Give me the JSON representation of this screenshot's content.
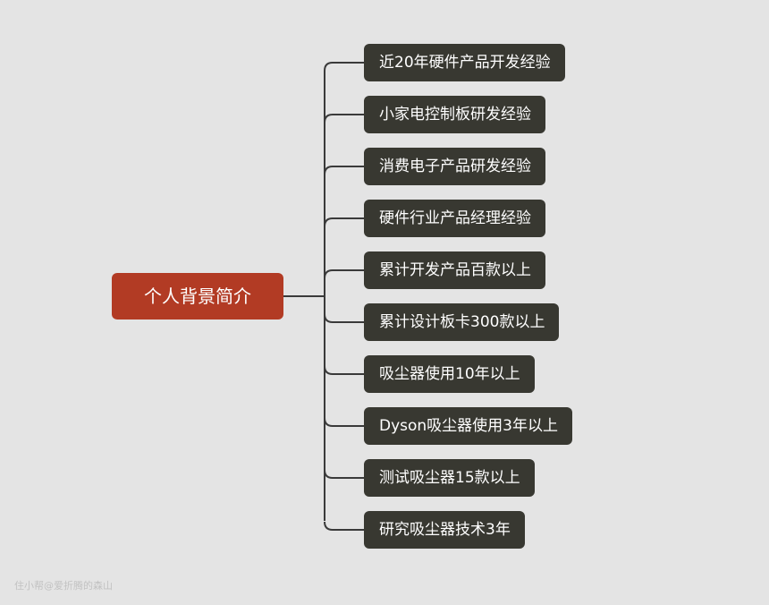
{
  "mindmap": {
    "root": "个人背景简介",
    "branches": [
      "近20年硬件产品开发经验",
      "小家电控制板研发经验",
      "消费电子产品研发经验",
      "硬件行业产品经理经验",
      "累计开发产品百款以上",
      "累计设计板卡300款以上",
      "吸尘器使用10年以上",
      "Dyson吸尘器使用3年以上",
      "测试吸尘器15款以上",
      "研究吸尘器技术3年"
    ]
  },
  "watermark": "住小帮@爱折腾的森山",
  "colors": {
    "background": "#e4e4e4",
    "root_fill": "#b23b24",
    "branch_fill": "#383831",
    "connector": "#3a3a3a",
    "text": "#ffffff"
  }
}
